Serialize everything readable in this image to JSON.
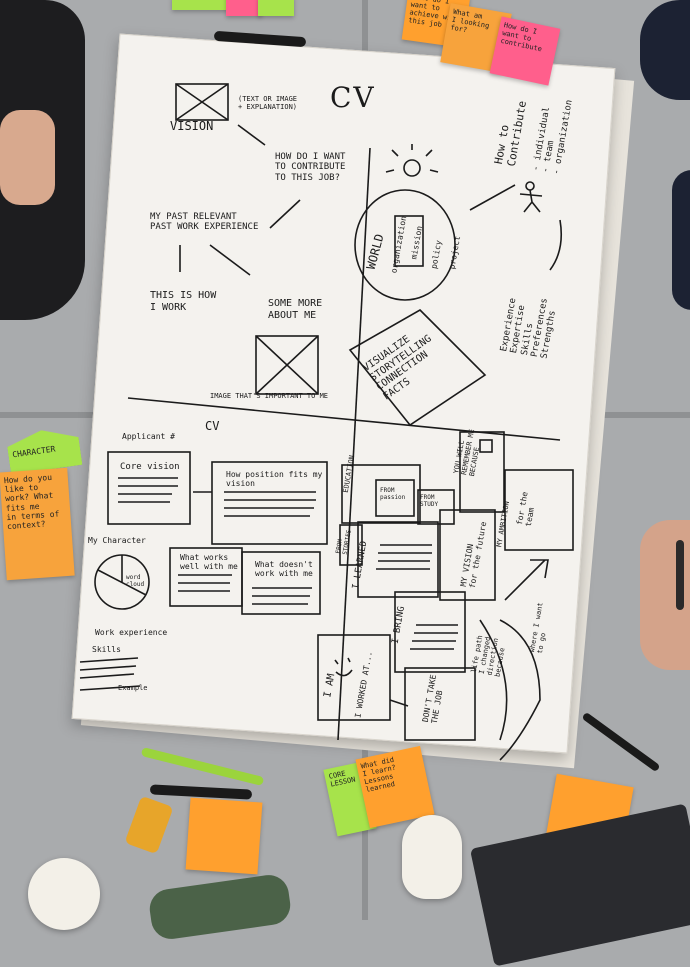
{
  "colors": {
    "table": "#a9abad",
    "paper": "#f4f2ee",
    "ink": "#1b1b1b",
    "sticky_orange": "#f7a33c",
    "sticky_pink": "#ff5f8c",
    "sticky_green": "#a7e34b",
    "sticky_yellow_orange": "#ffa02e"
  },
  "poster_top": {
    "title": "CV",
    "vision": "VISION",
    "text_or_image": "(TEXT OR IMAGE\n+ EXPLANATION)",
    "contribute_q": "HOW DO I WANT\nTO CONTRIBUTE\nTO THIS JOB?",
    "past_work": "MY PAST RELEVANT\nPAST WORK EXPERIENCE",
    "this_is_how": "THIS IS HOW\nI WORK",
    "some_more": "SOME MORE\nABOUT ME",
    "image_caption": "IMAGE THAT'S IMPORTANT TO ME",
    "world": "WORLD",
    "organization": "organization",
    "mission": "mission",
    "policy": "policy",
    "project": "project",
    "how_to_contribute": "How to\nContribute",
    "levels": "- individual\n- team\n- organization",
    "experience_list": "Experience\nExpertise\nSkills\nPreferences\nStrengths",
    "visualize": "VISUALIZE\nSTORYTELLING\nCONNECTION\nFACTS"
  },
  "poster_bottom": {
    "title": "CV",
    "applicant": "Applicant #",
    "core_vision": "Core vision",
    "position_fits": "How position fits my\nvision",
    "my_character": "My Character",
    "word_cloud": "word\ncloud",
    "what_works": "What works\nwell with me",
    "what_doesnt": "What doesn't\nwork with me",
    "work_experience": "Work experience",
    "skills": "Skills",
    "example": "Example",
    "education": "EDUCATION",
    "from_passion": "FROM\npassion",
    "from_study": "FROM\nSTUDY",
    "from_stories": "FROM\nSTORIES",
    "you_will_remember": "YOU WILL\nREMEMBER ME\nBECAUSE",
    "for_the_team": "for the\nteam",
    "i_learned": "I LEARNED",
    "my_vision": "MY VISION\nfor the future",
    "my_ambition": "MY AMBITION",
    "i_bring": "I BRING",
    "i_am": "I AM",
    "i_worked_at": "I WORKED AT...",
    "dont_take_the_job": "DON'T TAKE\nTHE JOB",
    "life_path": "life path\nI changed\ndirection\nbecause",
    "where_i_want": "where I want\nto go"
  },
  "stickies": {
    "top_orange": "What do I\nwant to\nachieve with\nthis job",
    "top_orange2": "What am\nI looking\nfor?",
    "top_pink": "How do I\nwant to\ncontribute",
    "character_label": "CHARACTER",
    "character_q": "How do you\nlike to\nwork? What\nfits me\nin terms of\ncontext?",
    "core_lesson_label": "CORE\nLESSON",
    "core_lesson_q": "What did\nI learn?\nLessons\nlearned"
  }
}
